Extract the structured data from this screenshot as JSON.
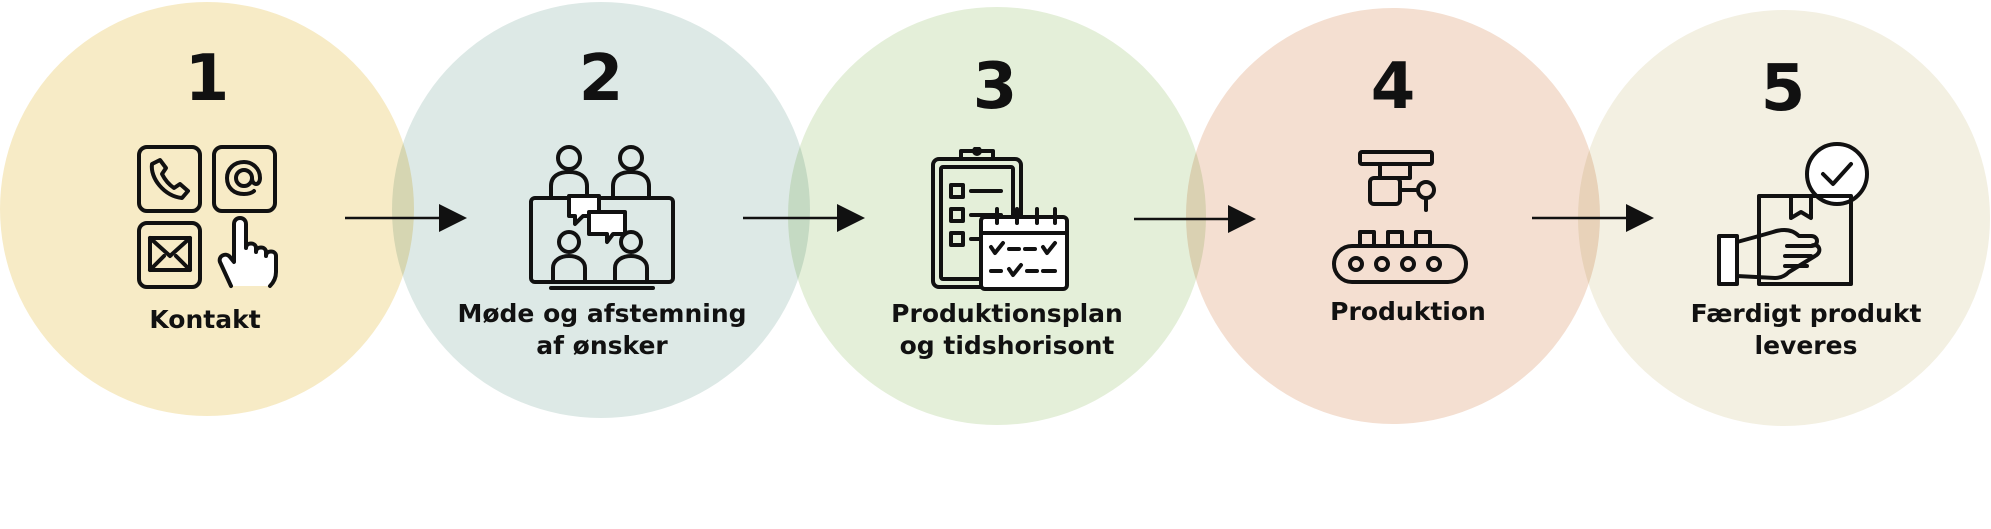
{
  "colors": {
    "step1": "#f7ebc6",
    "step2": "#dde9e6",
    "step3": "#e4efd9",
    "step4": "#f4dfd1",
    "step5": "#f3f0e2",
    "ink": "#111111"
  },
  "steps": [
    {
      "number": "1",
      "label": "Kontakt",
      "icon": "contact-methods-icon"
    },
    {
      "number": "2",
      "label": "Møde og afstemning\naf ønsker",
      "icon": "meeting-icon"
    },
    {
      "number": "3",
      "label": "Produktionsplan\nog tidshorisont",
      "icon": "plan-calendar-icon"
    },
    {
      "number": "4",
      "label": "Produktion",
      "icon": "conveyor-robot-icon"
    },
    {
      "number": "5",
      "label": "Færdigt produkt\nleveres",
      "icon": "delivered-package-icon"
    }
  ]
}
